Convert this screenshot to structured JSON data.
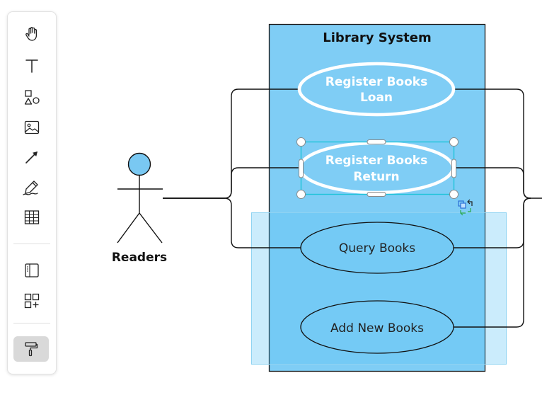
{
  "toolbar": {
    "tools": [
      {
        "name": "hand-tool",
        "icon": "hand-icon"
      },
      {
        "name": "text-tool",
        "icon": "text-icon"
      },
      {
        "name": "shapes-tool",
        "icon": "shapes-icon"
      },
      {
        "name": "image-tool",
        "icon": "image-icon"
      },
      {
        "name": "arrow-tool",
        "icon": "arrow-icon"
      },
      {
        "name": "pen-tool",
        "icon": "pen-icon"
      },
      {
        "name": "table-tool",
        "icon": "table-icon"
      },
      {
        "name": "templates-tool",
        "icon": "template-icon"
      },
      {
        "name": "add-component-tool",
        "icon": "add-component-icon"
      },
      {
        "name": "format-painter-tool",
        "icon": "paint-roller-icon",
        "active": true
      }
    ]
  },
  "diagram": {
    "system": {
      "title": "Library System",
      "fill": "#7fcdf5",
      "border": "#1a1a1a"
    },
    "overlay_fill": "#5ec4f5",
    "actor": {
      "label": "Readers",
      "head_fill": "#79c8f2"
    },
    "use_cases": [
      {
        "id": "register-loan",
        "lines": [
          "Register Books",
          "Loan"
        ],
        "style": "bold"
      },
      {
        "id": "register-return",
        "lines": [
          "Register Books",
          "Return"
        ],
        "style": "bold",
        "selected": true
      },
      {
        "id": "query-books",
        "lines": [
          "Query Books"
        ],
        "style": "regular"
      },
      {
        "id": "add-new-books",
        "lines": [
          "Add New Books"
        ],
        "style": "regular"
      }
    ],
    "selection_color": "#1ec3d9"
  }
}
